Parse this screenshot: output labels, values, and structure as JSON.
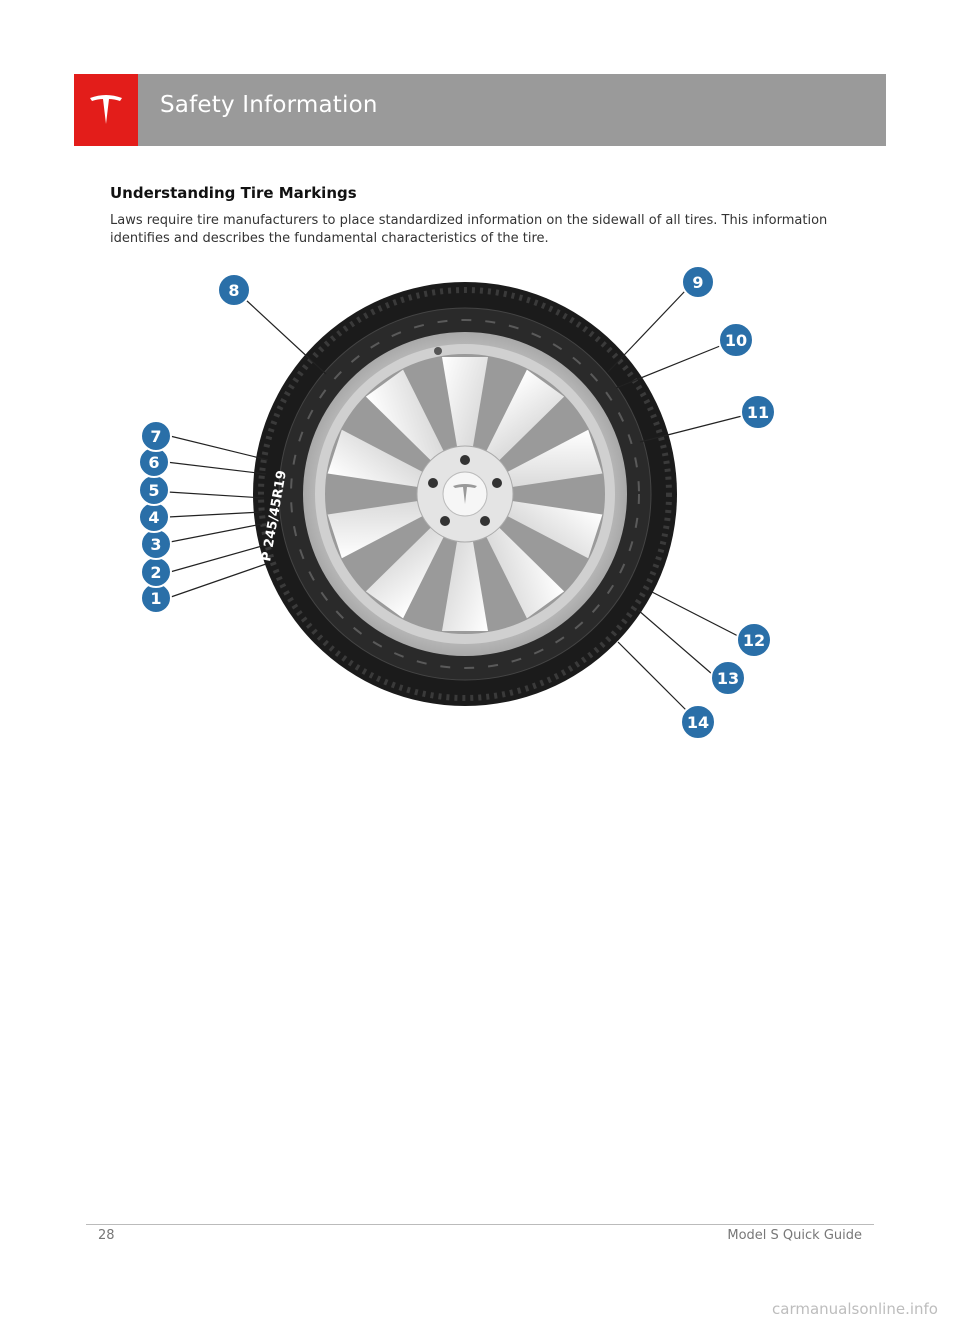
{
  "header": {
    "title": "Safety Information",
    "brand_color": "#e31d1a",
    "bar_color": "#9a9a9a"
  },
  "section": {
    "heading": "Understanding Tire Markings",
    "intro": "Laws require tire manufacturers to place standardized information on the sidewall of all tires. This information identifies and describes the fundamental characteristics of the tire."
  },
  "figure": {
    "tire_marking": "P 245/45R19",
    "callouts": [
      "1",
      "2",
      "3",
      "4",
      "5",
      "6",
      "7",
      "8",
      "9",
      "10",
      "11",
      "12",
      "13",
      "14"
    ]
  },
  "footer": {
    "page_number": "28",
    "doc_title": "Model S Quick Guide"
  },
  "watermark": "carmanualsonline.info"
}
